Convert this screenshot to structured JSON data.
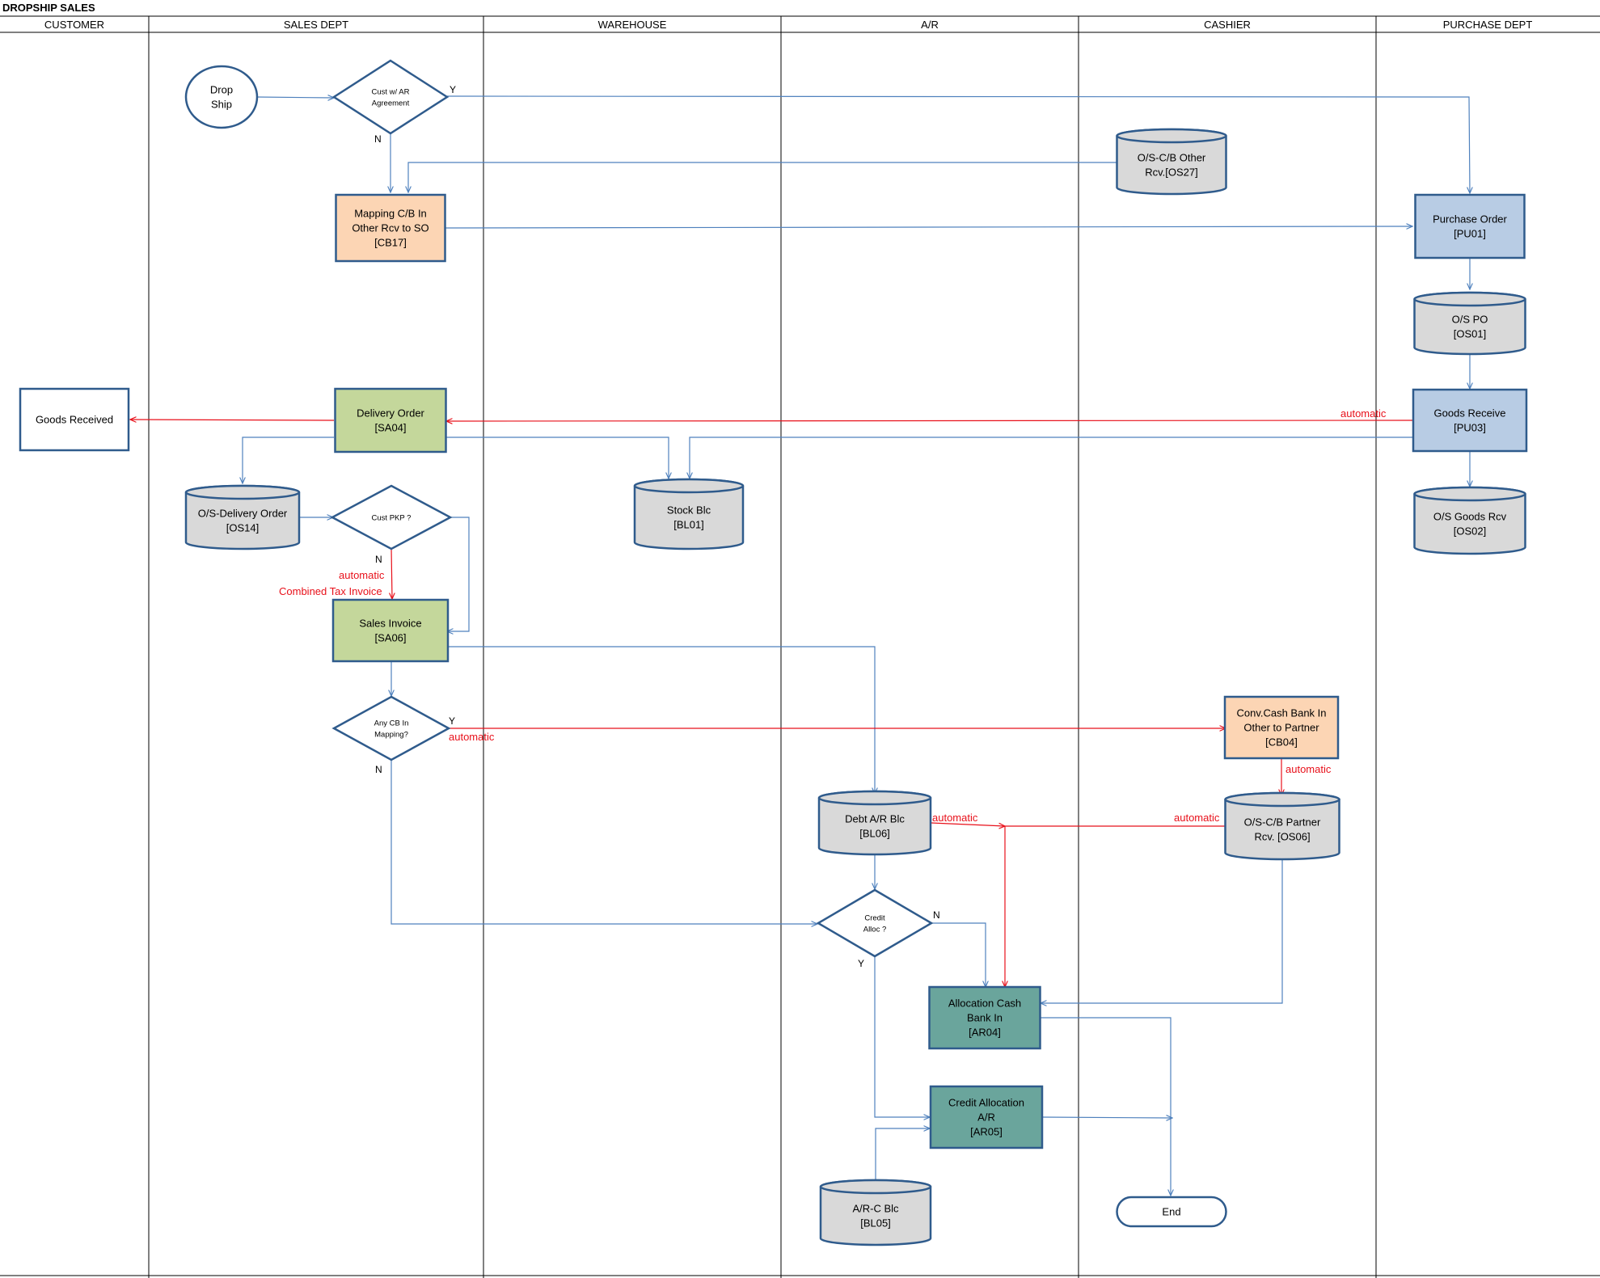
{
  "title": "DROPSHIP SALES",
  "lanes": [
    {
      "id": "customer",
      "label": "CUSTOMER"
    },
    {
      "id": "sales",
      "label": "SALES DEPT"
    },
    {
      "id": "warehouse",
      "label": "WAREHOUSE"
    },
    {
      "id": "ar",
      "label": "A/R"
    },
    {
      "id": "cashier",
      "label": "CASHIER"
    },
    {
      "id": "purchase",
      "label": "PURCHASE DEPT"
    }
  ],
  "colors": {
    "orange": "#fcd5b4",
    "green": "#c4d79b",
    "blue": "#b8cce4",
    "teal": "#6aa59c",
    "gray": "#d9d9d9",
    "white": "#ffffff",
    "border": "#2f5b8c",
    "edge": "#4f81bd",
    "red": "#e8101a"
  },
  "nodes": {
    "drop_ship": {
      "lines": [
        "Drop",
        "Ship"
      ],
      "type": "ellipse"
    },
    "cust_ar": {
      "lines": [
        "Cust w/ AR",
        "Agreement"
      ],
      "type": "diamond"
    },
    "mapping_cb": {
      "lines": [
        "Mapping C/B In",
        "Other Rcv to SO",
        "[CB17]"
      ],
      "type": "process",
      "fill": "orange"
    },
    "os_cb_other": {
      "lines": [
        "O/S-C/B Other",
        "Rcv.[OS27]"
      ],
      "type": "store"
    },
    "purchase_order": {
      "lines": [
        "Purchase Order",
        "[PU01]"
      ],
      "type": "process",
      "fill": "blue"
    },
    "os_po": {
      "lines": [
        "O/S PO",
        "[OS01]"
      ],
      "type": "store"
    },
    "goods_receive": {
      "lines": [
        "Goods Receive",
        "[PU03]"
      ],
      "type": "process",
      "fill": "blue"
    },
    "os_goods_rcv": {
      "lines": [
        "O/S Goods Rcv",
        "[OS02]"
      ],
      "type": "store"
    },
    "goods_received": {
      "lines": [
        "Goods Received"
      ],
      "type": "process",
      "fill": "white"
    },
    "delivery_order": {
      "lines": [
        "Delivery Order",
        "[SA04]"
      ],
      "type": "process",
      "fill": "green"
    },
    "os_delivery_order": {
      "lines": [
        "O/S-Delivery Order",
        "[OS14]"
      ],
      "type": "store"
    },
    "cust_pkp": {
      "lines": [
        "Cust PKP ?"
      ],
      "type": "diamond"
    },
    "stock_blc": {
      "lines": [
        "Stock Blc",
        "[BL01]"
      ],
      "type": "store"
    },
    "sales_invoice": {
      "lines": [
        "Sales Invoice",
        "[SA06]"
      ],
      "type": "process",
      "fill": "green"
    },
    "any_cb": {
      "lines": [
        "Any CB In",
        "Mapping?"
      ],
      "type": "diamond"
    },
    "conv_cash": {
      "lines": [
        "Conv.Cash Bank In",
        "Other to Partner",
        "[CB04]"
      ],
      "type": "process",
      "fill": "orange"
    },
    "debt_ar": {
      "lines": [
        "Debt A/R Blc",
        "[BL06]"
      ],
      "type": "store"
    },
    "os_cb_partner": {
      "lines": [
        "O/S-C/B Partner",
        "Rcv. [OS06]"
      ],
      "type": "store"
    },
    "credit_alloc_q": {
      "lines": [
        "Credit",
        "Alloc ?"
      ],
      "type": "diamond"
    },
    "alloc_cash": {
      "lines": [
        "Allocation Cash",
        "Bank In",
        "[AR04]"
      ],
      "type": "process",
      "fill": "teal"
    },
    "credit_alloc_ar": {
      "lines": [
        "Credit Allocation",
        "A/R",
        "[AR05]"
      ],
      "type": "process",
      "fill": "teal"
    },
    "ar_c_blc": {
      "lines": [
        "A/R-C Blc",
        "[BL05]"
      ],
      "type": "store"
    },
    "end": {
      "lines": [
        "End"
      ],
      "type": "terminator"
    }
  },
  "edge_labels": {
    "yes": "Y",
    "no": "N",
    "automatic": "automatic",
    "combined_tax_invoice": "Combined Tax Invoice"
  }
}
